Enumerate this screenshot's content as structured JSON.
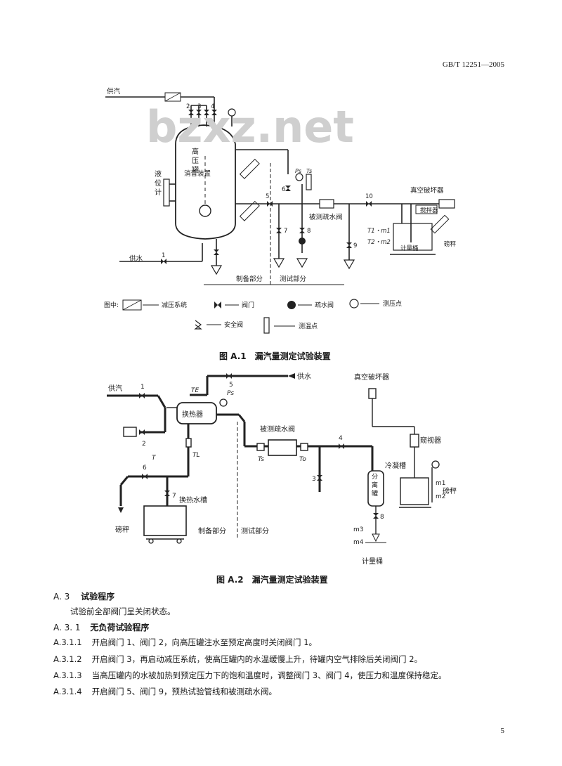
{
  "header": {
    "standard_no": "GB/T 12251—2005"
  },
  "watermark": "bzxz.net",
  "fig1": {
    "caption": "图 A.1　漏汽量测定试验装置",
    "labels": {
      "steam_supply": "供汽",
      "water_supply": "供水",
      "tank": "高压罐",
      "level_gauge": "液位计",
      "muffler": "消音装置",
      "vacuum_breaker": "真空破坏器",
      "stirrer": "搅拌器",
      "metering_bucket": "计量桶",
      "scale": "磅秤",
      "trap_under_test": "被测疏水阀",
      "prep_section": "制备部分",
      "test_section": "测试部分",
      "ps": "Ps",
      "ts": "Ts",
      "t1m1": "T1・m1",
      "t2m2": "T2・m2"
    },
    "valve_numbers": [
      "1",
      "2",
      "3",
      "4",
      "5",
      "6",
      "7",
      "8",
      "9",
      "10"
    ],
    "legend": {
      "prefix": "图中:",
      "pressure_reducing": "减压系统",
      "valve": "阀门",
      "steam_trap": "疏水阀",
      "pressure_point": "测压点",
      "safety_valve": "安全阀",
      "temperature_point": "测温点"
    }
  },
  "fig2": {
    "caption": "图 A.2　漏汽量测定试验装置",
    "labels": {
      "steam_supply": "供汽",
      "water_supply": "供水",
      "heat_exchanger": "换热器",
      "heat_exchange_tank": "换热水槽",
      "trap_under_test": "被测疏水阀",
      "vacuum_breaker": "真空破坏器",
      "sight_glass": "窥视器",
      "condensing_tank": "冷凝槽",
      "scale_right": "磅秤",
      "scale_left": "磅秤",
      "separator": "分离罐",
      "metering_bucket": "计量桶",
      "prep_section": "制备部分",
      "test_section": "测试部分",
      "te": "TE",
      "t": "T",
      "tl": "TL",
      "ps": "Ps",
      "ts": "Ts",
      "to": "To",
      "m1": "m1",
      "m2": "m2",
      "m3": "m3",
      "m4": "m4"
    },
    "valve_numbers": [
      "1",
      "2",
      "3",
      "4",
      "5",
      "6",
      "7",
      "8"
    ]
  },
  "text": {
    "s_a3_num": "A. 3",
    "s_a3_title": "试验程序",
    "p_intro": "试验前全部阀门呈关闭状态。",
    "s_a31_num": "A. 3. 1",
    "s_a31_title": "无负荷试验程序",
    "items": [
      {
        "num": "A.3.1.1",
        "text": "开启阀门 1、阀门 2，向高压罐注水至预定高度时关闭阀门 1。"
      },
      {
        "num": "A.3.1.2",
        "text": "开启阀门 3，再启动减压系统，使高压罐内的水温缓慢上升，待罐内空气排除后关闭阀门 2。"
      },
      {
        "num": "A.3.1.3",
        "text": "当高压罐内的水被加热到预定压力下的饱和温度时，调整阀门 3、阀门 4，使压力和温度保持稳定。"
      },
      {
        "num": "A.3.1.4",
        "text": "开启阀门 5、阀门 9，预热试验管线和被测疏水阀。"
      }
    ]
  },
  "page_number": "5"
}
